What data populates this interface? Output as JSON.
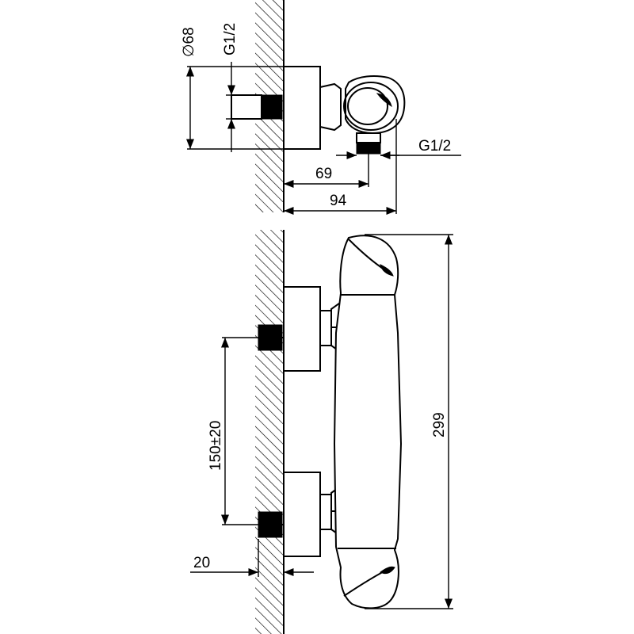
{
  "drawing": {
    "stroke_color": "#000000",
    "background": "#ffffff",
    "top_view": {
      "label_diameter": "∅68",
      "label_thread_inlet": "G1/2",
      "label_thread_outlet": "G1/2",
      "dim_69": "69",
      "dim_94": "94"
    },
    "front_view": {
      "dim_height": "299",
      "dim_spacing": "150±20",
      "dim_20": "20"
    }
  }
}
